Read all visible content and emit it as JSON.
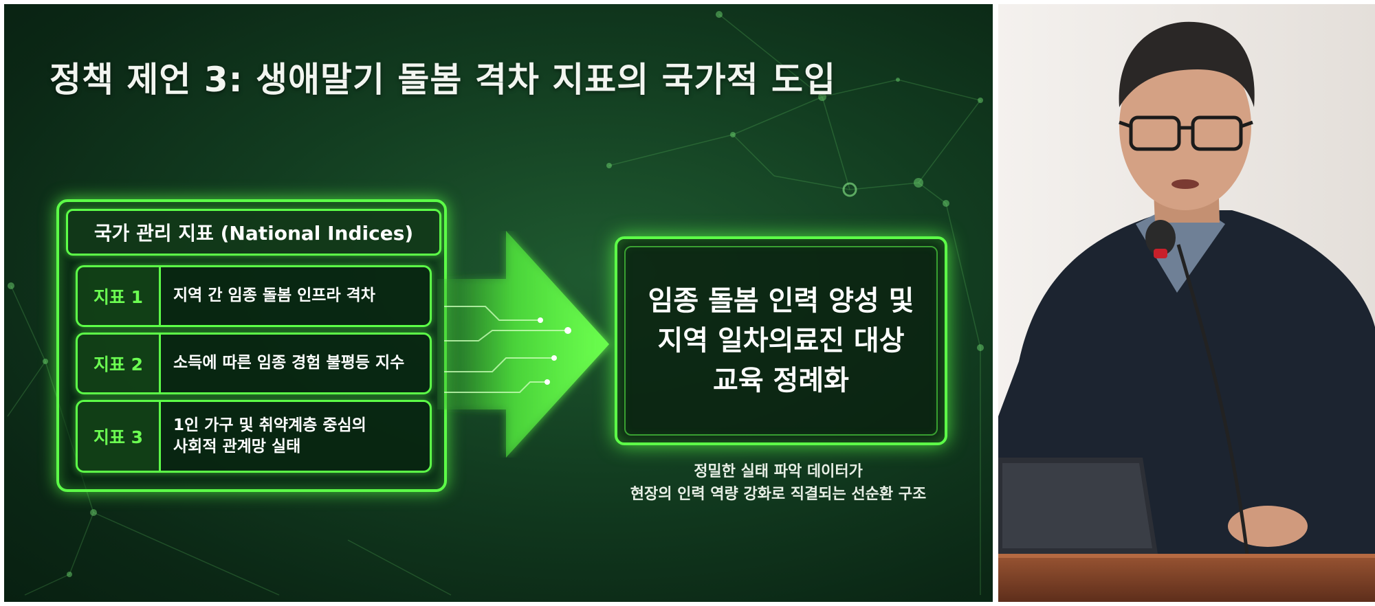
{
  "slide": {
    "title": "정책 제언 3: 생애말기 돌봄 격차 지표의 국가적 도입",
    "indices_header": "국가 관리 지표 (National Indices)",
    "indices": [
      {
        "tag": "지표 1",
        "text": "지역 간 임종 돌봄 인프라 격차"
      },
      {
        "tag": "지표 2",
        "text": "소득에 따른 임종 경험 불평등 지수"
      },
      {
        "tag": "지표 3",
        "text": "1인 가구 및 취약계층 중심의\n사회적 관계망 실태"
      }
    ],
    "outcome": "임종 돌봄 인력 양성 및\n지역 일차의료진 대상\n교육 정례화",
    "caption": "정밀한 실태 파악 데이터가\n현장의 인력 역량 강화로 직결되는 선순환 구조"
  },
  "colors": {
    "slide_background": "#123c20",
    "neon_green": "#5dff48",
    "tag_green": "#6cff52",
    "speaker_jacket": "#1c2430",
    "podium": "#7a3f26"
  },
  "icons": {
    "arrow": "right-arrow-icon",
    "microphone": "microphone-icon"
  }
}
